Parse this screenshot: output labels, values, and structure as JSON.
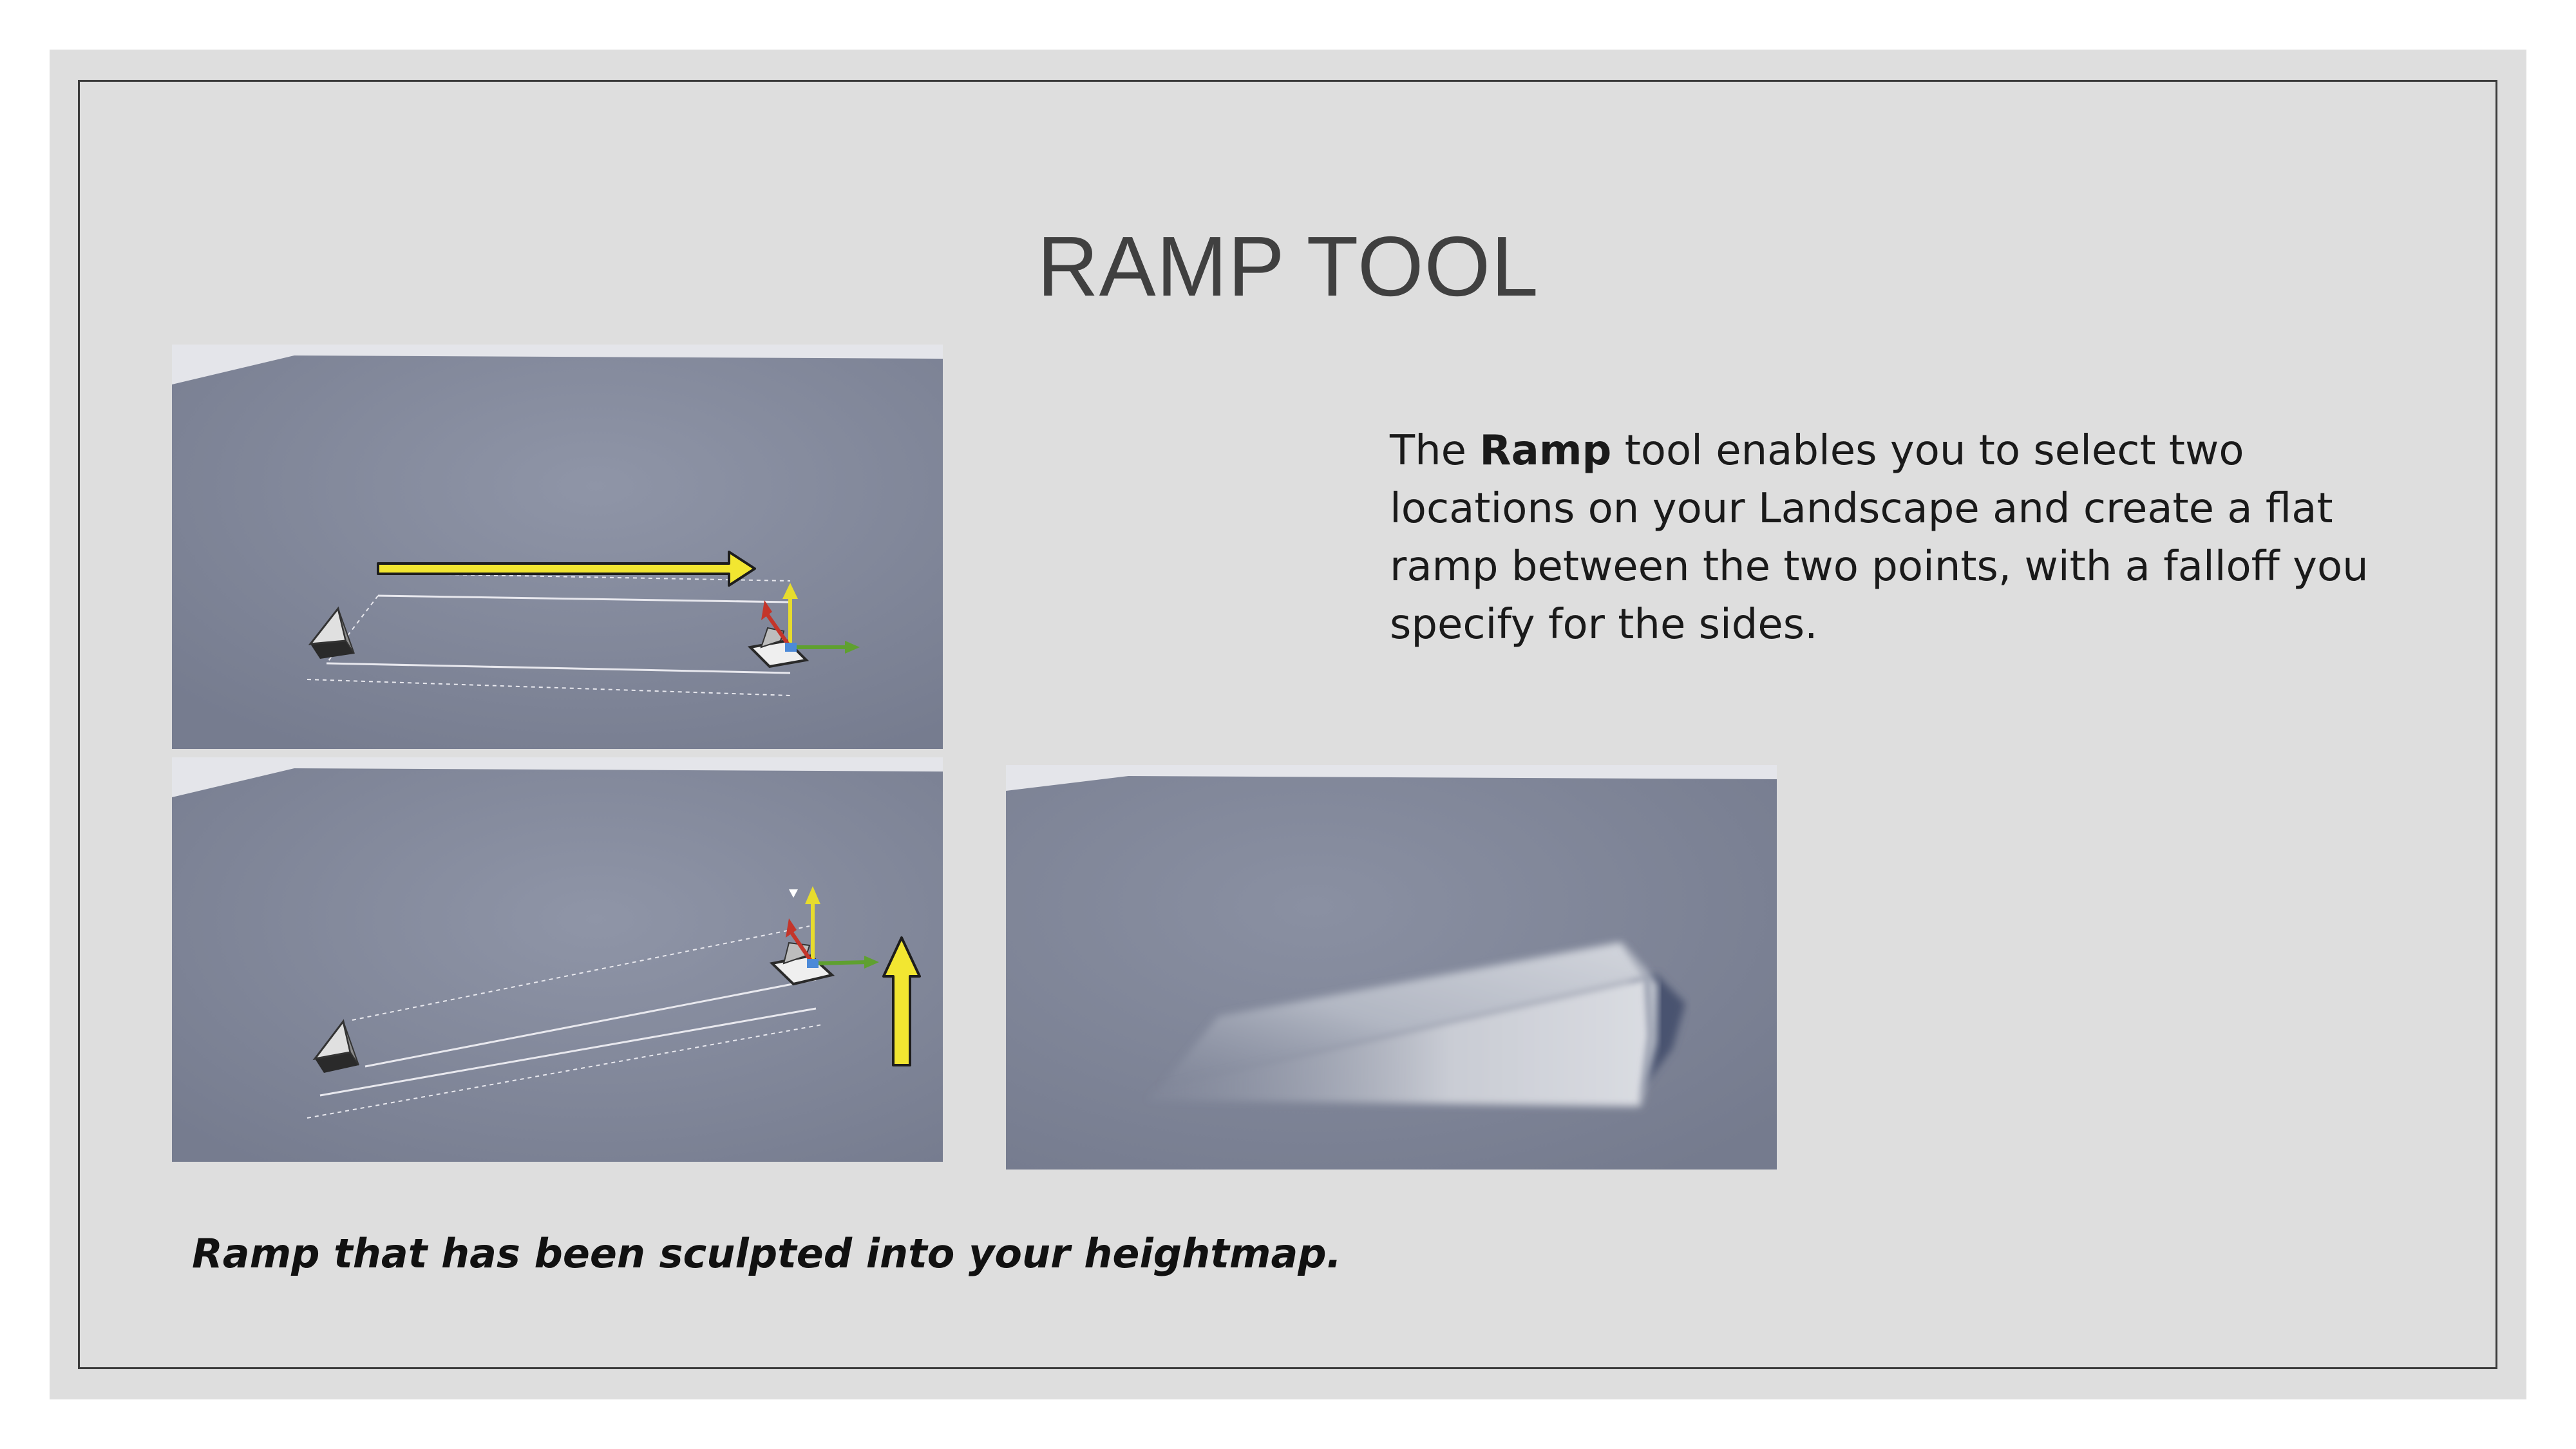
{
  "slide": {
    "title": "RAMP TOOL",
    "body": {
      "prefix": "The ",
      "bold": "Ramp",
      "suffix": " tool enables you to select two locations on your Landscape and create a flat ramp between the two points, with a falloff you specify for the sides."
    },
    "caption": "Ramp that has been sculpted into your heightmap.",
    "images": [
      {
        "name": "ramp-points-placed",
        "arrow": "right"
      },
      {
        "name": "ramp-point-raised",
        "arrow": "up"
      },
      {
        "name": "ramp-result",
        "arrow": "none"
      }
    ],
    "colors": {
      "slide_bg": "#dedede",
      "viewport_bg": "#7d8396",
      "annotation_arrow": "#f2e631"
    }
  }
}
